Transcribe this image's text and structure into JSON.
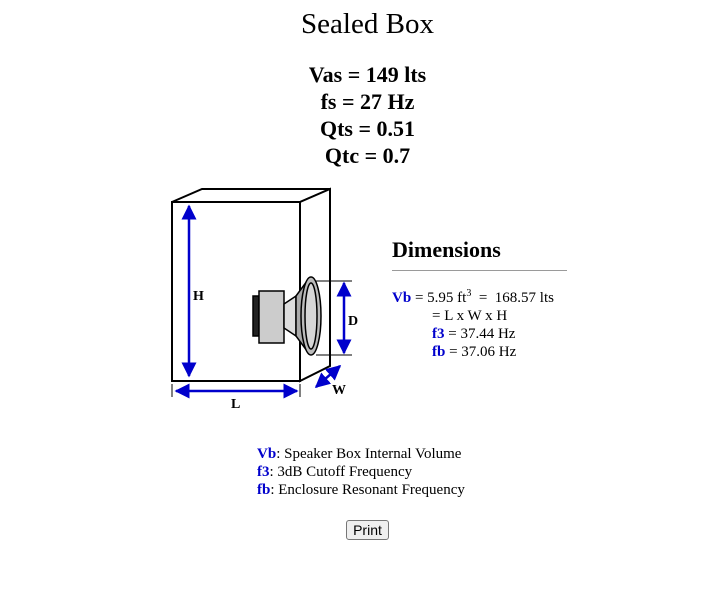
{
  "title": "Sealed Box",
  "params": {
    "vas": "Vas = 149 lts",
    "fs": "fs = 27 Hz",
    "qts": "Qts = 0.51",
    "qtc": "Qtc = 0.7"
  },
  "diagram": {
    "label_h": "H",
    "label_l": "L",
    "label_d": "D",
    "label_w": "W",
    "colors": {
      "arrow": "#0000cc",
      "outline": "#000000",
      "speaker_gray": "#cccccc",
      "magnet": "#222222"
    }
  },
  "dimensions": {
    "heading": "Dimensions",
    "vb_label": "Vb",
    "vb_value": " = 5.95 ft",
    "vb_exp": "3",
    "vb_lts": "  =  168.57 lts",
    "formula": "= L x W x H",
    "f3_label": "f3",
    "f3_value": " = 37.44 Hz",
    "fb_label": "fb",
    "fb_value": " = 37.06 Hz"
  },
  "legend": [
    {
      "key": "Vb",
      "text": ": Speaker Box Internal Volume"
    },
    {
      "key": "f3",
      "text": ": 3dB Cutoff Frequency"
    },
    {
      "key": "fb",
      "text": ": Enclosure Resonant Frequency"
    }
  ],
  "print_label": "Print"
}
